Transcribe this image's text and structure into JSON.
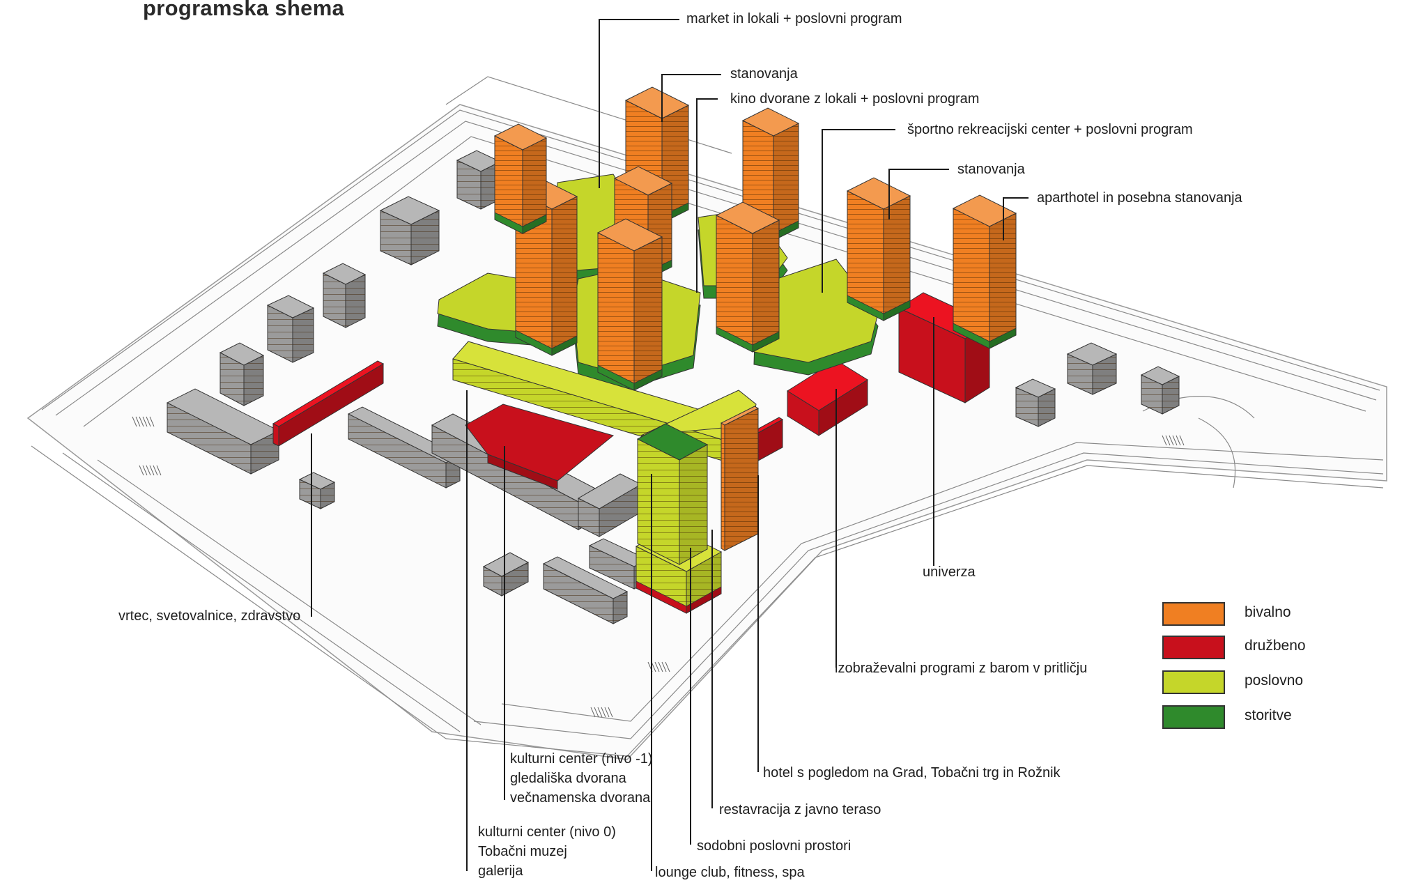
{
  "title": "programska shema",
  "colors": {
    "bivalno": "#f07f22",
    "druzbeno": "#c8101c",
    "poslovno": "#c5d62a",
    "storitve": "#2f8a2c",
    "existing": "#9b9b9b",
    "line": "#1a1a1a",
    "street": "#8a8a8a"
  },
  "labels": [
    {
      "id": "market",
      "text": "market in lokali + poslovni program"
    },
    {
      "id": "stanovanja1",
      "text": "stanovanja"
    },
    {
      "id": "kino",
      "text": "kino dvorane z lokali + poslovni program"
    },
    {
      "id": "sport",
      "text": "športno rekreacijski center + poslovni program"
    },
    {
      "id": "stanovanja2",
      "text": "stanovanja"
    },
    {
      "id": "aparthotel",
      "text": "aparthotel in posebna stanovanja"
    },
    {
      "id": "univerza",
      "text": "univerza"
    },
    {
      "id": "vrtec",
      "text": "vrtec, svetovalnice, zdravstvo"
    },
    {
      "id": "izobrazevalni",
      "text": "izobraževalni programi z barom v pritličju"
    },
    {
      "id": "hotel",
      "text": "hotel s pogledom na Grad, Tobačni trg in Rožnik"
    },
    {
      "id": "kultura1_l1",
      "text": "kulturni center (nivo -1)"
    },
    {
      "id": "kultura1_l2",
      "text": "gledališka dvorana"
    },
    {
      "id": "kultura1_l3",
      "text": "večnamenska dvorana"
    },
    {
      "id": "restavracija",
      "text": "restavracija z javno teraso"
    },
    {
      "id": "kultura0_l1",
      "text": "kulturni center (nivo 0)"
    },
    {
      "id": "kultura0_l2",
      "text": "Tobačni muzej"
    },
    {
      "id": "kultura0_l3",
      "text": "galerija"
    },
    {
      "id": "poslovni",
      "text": "sodobni poslovni prostori"
    },
    {
      "id": "lounge",
      "text": "lounge club, fitness, spa"
    }
  ],
  "legend": [
    {
      "label": "bivalno",
      "color": "#f07f22"
    },
    {
      "label": "družbeno",
      "color": "#c8101c"
    },
    {
      "label": "poslovno",
      "color": "#c5d62a"
    },
    {
      "label": "storitve",
      "color": "#2f8a2c"
    }
  ]
}
